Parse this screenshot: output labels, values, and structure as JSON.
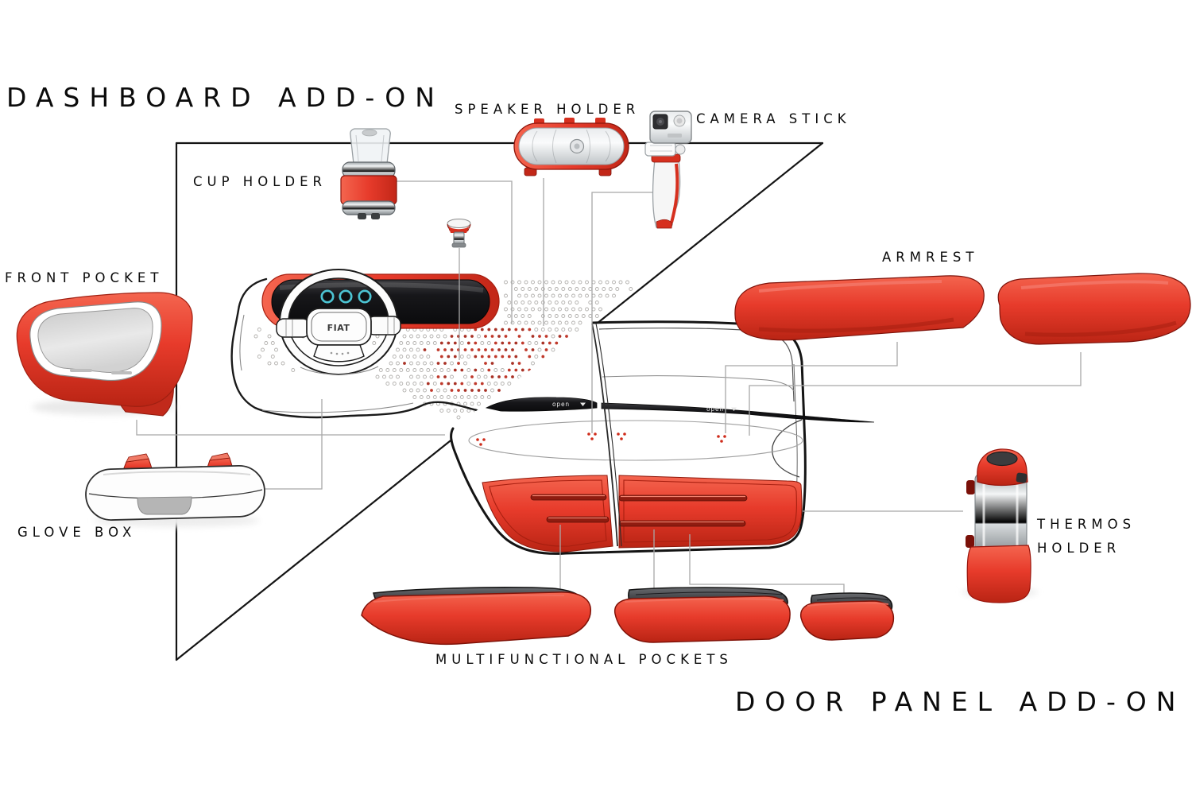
{
  "titles": {
    "dashboard_addon": "DASHBOARD ADD-ON",
    "door_panel_addon": "DOOR PANEL ADD-ON"
  },
  "labels": {
    "cup_holder": "CUP HOLDER",
    "speaker_holder": "SPEAKER HOLDER",
    "camera_stick": "CAMERA STICK",
    "front_pocket": "FRONT POCKET",
    "armrest": "ARMREST",
    "glove_box": "GLOVE BOX",
    "thermos_line1": "THERMOS",
    "thermos_line2": "HOLDER",
    "multifunctional_pockets": "MULTIFUNCTIONAL POCKETS"
  },
  "door": {
    "open_label": "open"
  },
  "wheel": {
    "brand": "FIAT"
  },
  "colors": {
    "accent_red": "#e73b2b",
    "dark_line": "#141414",
    "teal_ring": "#4cc3d2",
    "connector_gray": "#a8a8a8"
  }
}
